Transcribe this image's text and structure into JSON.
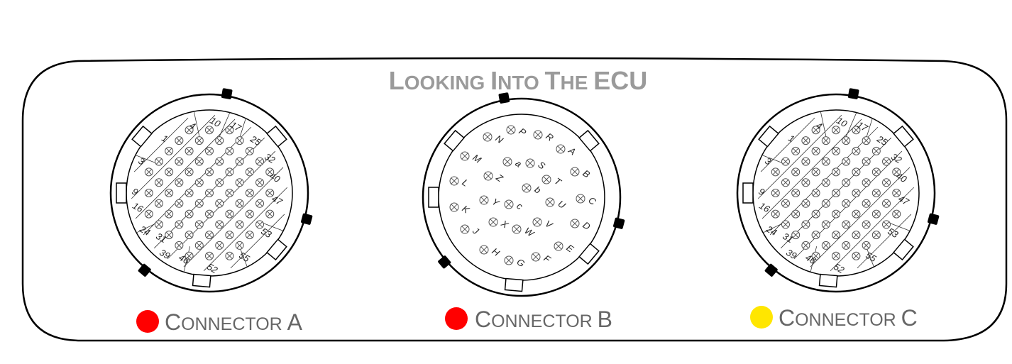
{
  "title": {
    "first": [
      "L",
      "OOKING ",
      "I",
      "NTO ",
      "T",
      "HE ",
      "ECU"
    ]
  },
  "connectors": [
    {
      "id": "A",
      "label_big": "C",
      "label_rest": "ONNECTOR ",
      "letter": "A",
      "dot_color": "#ff0000",
      "type": "56-pin"
    },
    {
      "id": "B",
      "label_big": "C",
      "label_rest": "ONNECTOR ",
      "letter": "B",
      "dot_color": "#ff0000",
      "type": "lettered"
    },
    {
      "id": "C",
      "label_big": "C",
      "label_rest": "ONNECTOR ",
      "letter": "C",
      "dot_color": "#ffe600",
      "type": "56-pin"
    }
  ],
  "pin56_labels": [
    "1",
    "3",
    "4",
    "10",
    "17",
    "25",
    "32",
    "40",
    "47",
    "53",
    "55",
    "52",
    "46",
    "39",
    "31",
    "24",
    "16",
    "9"
  ],
  "letter_pins": [
    "N",
    "P",
    "R",
    "A",
    "M",
    "a",
    "S",
    "B",
    "L",
    "Z",
    "b",
    "T",
    "C",
    "Y",
    "c",
    "U",
    "K",
    "X",
    "W",
    "V",
    "D",
    "J",
    "H",
    "G",
    "F",
    "E"
  ]
}
